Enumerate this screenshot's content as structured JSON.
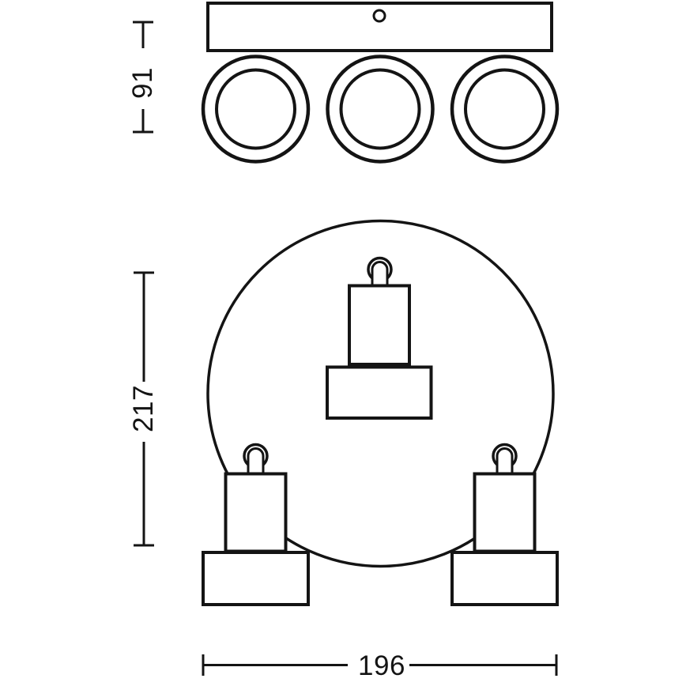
{
  "canvas": {
    "background_color": "#ffffff",
    "line_color": "#141414"
  },
  "drawing": {
    "kind": "product dimension diagram",
    "subject": "three-spot ceiling light fixture, side view and bottom view"
  },
  "dimensions": {
    "side_height": "91",
    "plan_height": "217",
    "plan_width": "196"
  }
}
